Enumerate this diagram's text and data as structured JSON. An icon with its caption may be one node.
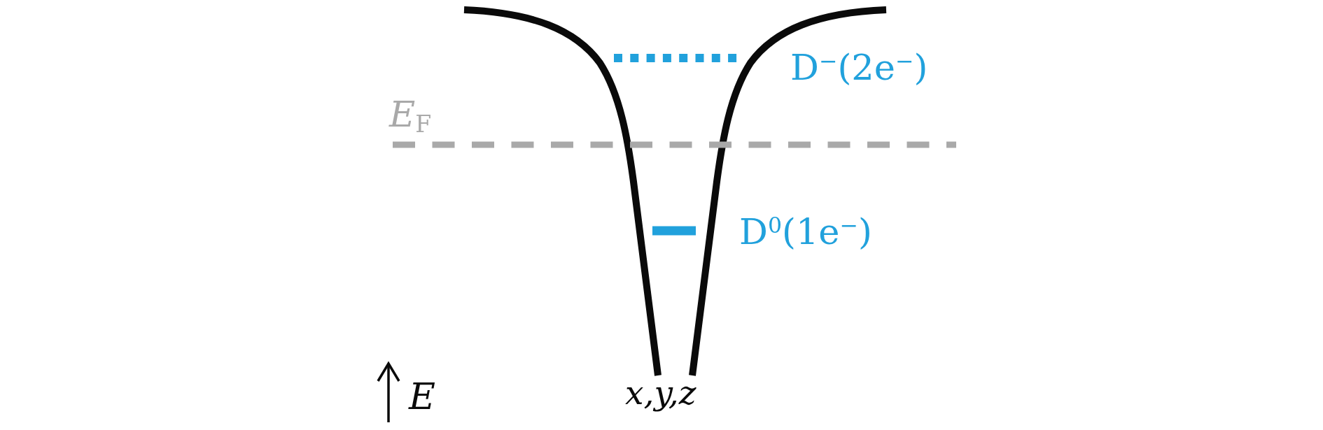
{
  "diagram": {
    "labels": [
      "D$^{−}$(2e$^{−}$)",
      "*E*$_{F}$",
      "D$^{0}$(1e$^{−}$)",
      "E",
      "x,y,z"
    ]
  }
}
